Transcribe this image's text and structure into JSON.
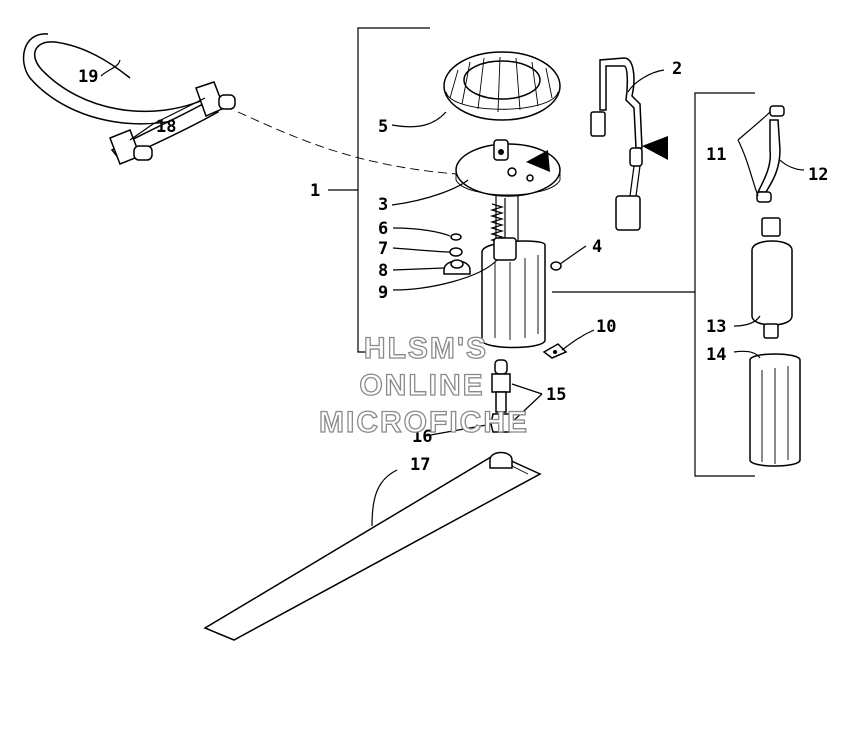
{
  "callouts": [
    "1",
    "2",
    "3",
    "4",
    "5",
    "6",
    "7",
    "8",
    "9",
    "10",
    "11",
    "12",
    "13",
    "14",
    "15",
    "16",
    "17",
    "18",
    "19"
  ],
  "watermark": [
    "HLSM'S",
    "ONLINE",
    "MICROFICHE"
  ]
}
